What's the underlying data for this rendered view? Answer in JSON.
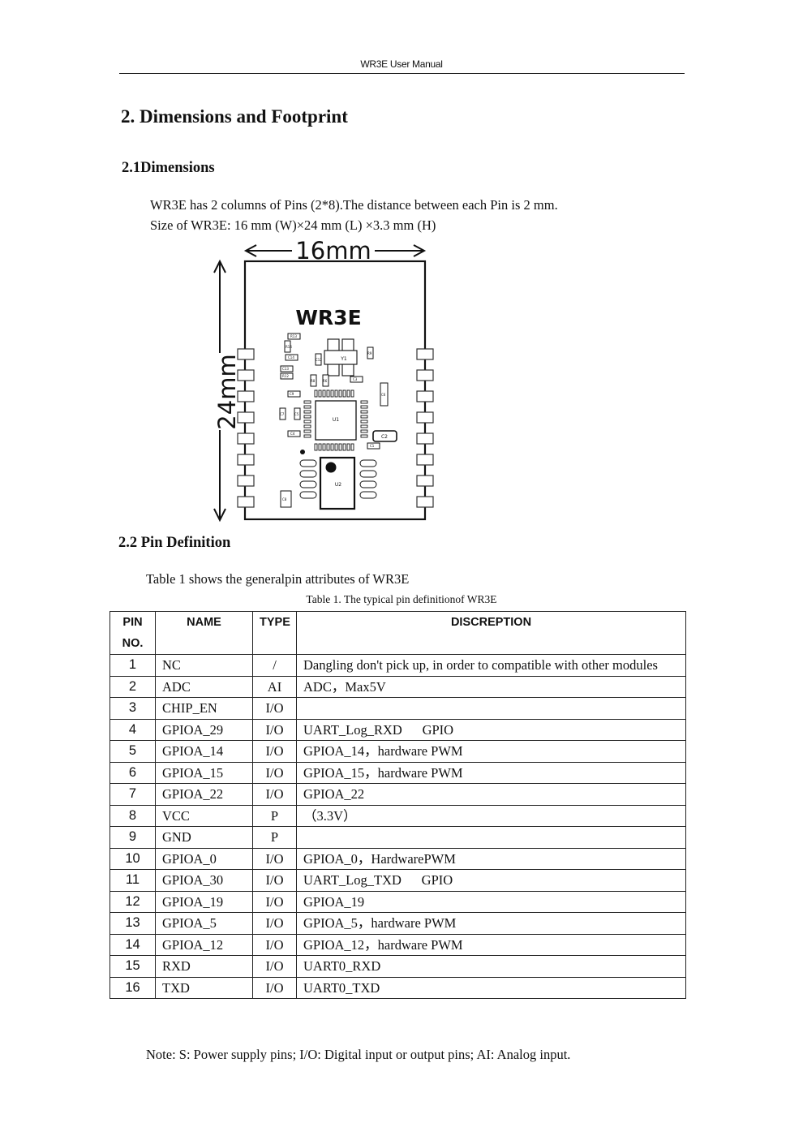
{
  "header": {
    "title": "WR3E User Manual"
  },
  "section": {
    "title": "2. Dimensions and Footprint"
  },
  "dimensions": {
    "title": "2.1Dimensions",
    "line1": "WR3E has 2 columns of Pins (2*8).The distance between each Pin is 2 mm.",
    "line2": "Size of WR3E: 16 mm (W)×24 mm (L) ×3.3 mm (H)"
  },
  "diagram": {
    "width_label": "16mm",
    "length_label": "24mm",
    "module_label": "WR3E",
    "chip_u1": "U1",
    "chip_u2": "U2",
    "crystal_y1": "Y1",
    "cap_c2": "C2",
    "comp_labels": [
      "R13",
      "R14",
      "C14",
      "C13",
      "R12",
      "C12",
      "R9",
      "R8",
      "R6",
      "C3",
      "C9",
      "C6",
      "C7",
      "C5",
      "C4",
      "C1",
      "C8"
    ]
  },
  "pin_definition": {
    "title": "2.2 Pin Definition",
    "intro": "Table 1 shows the generalpin attributes of WR3E",
    "caption": "Table 1. The typical pin definitionof WR3E",
    "headers": {
      "pin_line1": "PIN",
      "pin_line2": "NO.",
      "name": "NAME",
      "type": "TYPE",
      "desc": "DISCREPTION"
    },
    "rows": [
      {
        "no": "1",
        "name": "NC",
        "type": "/",
        "desc": "Dangling don't pick up, in order to compatible with other modules"
      },
      {
        "no": "2",
        "name": "ADC",
        "type": "AI",
        "desc": "ADC，Max5V"
      },
      {
        "no": "3",
        "name": "CHIP_EN",
        "type": "I/O",
        "desc": ""
      },
      {
        "no": "4",
        "name": "GPIOA_29",
        "type": "I/O",
        "desc": "UART_Log_RXD      GPIO"
      },
      {
        "no": "5",
        "name": "GPIOA_14",
        "type": "I/O",
        "desc": "GPIOA_14，hardware PWM"
      },
      {
        "no": "6",
        "name": "GPIOA_15",
        "type": "I/O",
        "desc": "GPIOA_15，hardware PWM"
      },
      {
        "no": "7",
        "name": "GPIOA_22",
        "type": "I/O",
        "desc": "GPIOA_22"
      },
      {
        "no": "8",
        "name": "VCC",
        "type": "P",
        "desc": "（3.3V）"
      },
      {
        "no": "9",
        "name": "GND",
        "type": "P",
        "desc": ""
      },
      {
        "no": "10",
        "name": "GPIOA_0",
        "type": "I/O",
        "desc": "GPIOA_0，HardwarePWM"
      },
      {
        "no": "11",
        "name": "GPIOA_30",
        "type": "I/O",
        "desc": "UART_Log_TXD      GPIO"
      },
      {
        "no": "12",
        "name": "GPIOA_19",
        "type": "I/O",
        "desc": "GPIOA_19"
      },
      {
        "no": "13",
        "name": "GPIOA_5",
        "type": "I/O",
        "desc": "GPIOA_5，hardware PWM"
      },
      {
        "no": "14",
        "name": "GPIOA_12",
        "type": "I/O",
        "desc": "GPIOA_12，hardware PWM"
      },
      {
        "no": "15",
        "name": "RXD",
        "type": "I/O",
        "desc": "UART0_RXD"
      },
      {
        "no": "16",
        "name": "TXD",
        "type": "I/O",
        "desc": "UART0_TXD"
      }
    ],
    "note": "Note: S: Power supply pins; I/O: Digital input or output pins; AI: Analog input."
  }
}
